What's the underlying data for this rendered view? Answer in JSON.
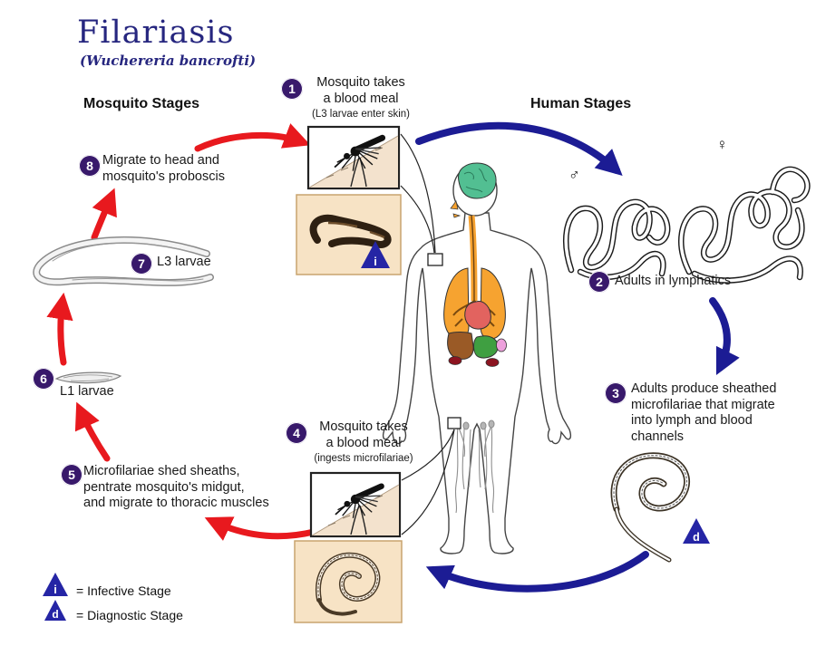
{
  "title": {
    "text": "Filariasis",
    "subtitle": "(Wuchereria bancrofti)"
  },
  "headers": {
    "mosquito": "Mosquito Stages",
    "human": "Human Stages"
  },
  "steps": {
    "s1": {
      "num": "1",
      "text": "Mosquito takes\na blood meal",
      "note": "(L3 larvae enter skin)"
    },
    "s2": {
      "num": "2",
      "text": "Adults in lymphatics"
    },
    "s3": {
      "num": "3",
      "text": "Adults produce sheathed\nmicrofilariae that migrate\ninto lymph and blood\nchannels"
    },
    "s4": {
      "num": "4",
      "text": "Mosquito takes\na blood meal",
      "note": "(ingests microfilariae)"
    },
    "s5": {
      "num": "5",
      "text": "Microfilariae shed sheaths,\npentrate mosquito's midgut,\nand migrate to thoracic muscles"
    },
    "s6": {
      "num": "6",
      "text": "L1 larvae"
    },
    "s7": {
      "num": "7",
      "text": "L3 larvae"
    },
    "s8": {
      "num": "8",
      "text": "Migrate to head and\nmosquito's proboscis"
    }
  },
  "legend": {
    "infective": {
      "symbol": "i",
      "label": "= Infective Stage"
    },
    "diagnostic": {
      "symbol": "d",
      "label": "= Diagnostic Stage"
    }
  },
  "sex_symbols": {
    "male": "♂",
    "female": "♀"
  },
  "colors": {
    "title_navy": "#26267f",
    "step_circle_purple": "#38196b",
    "arrow_red": "#e8191e",
    "arrow_blue": "#1c1c94",
    "inset_box_tan": "#f7e3c5",
    "stage_triangle_blue": "#2525a5"
  }
}
